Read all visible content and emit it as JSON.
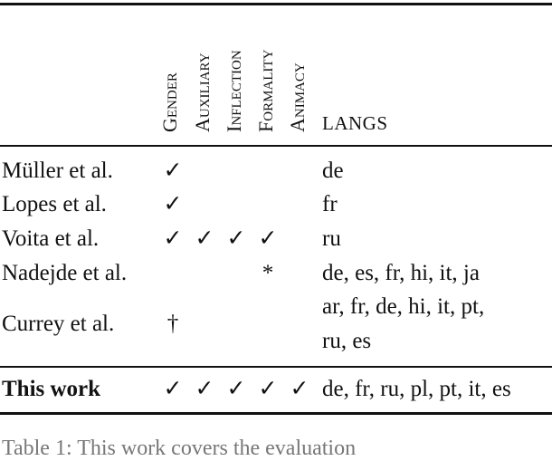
{
  "header": {
    "columns": [
      "Gender",
      "Auxiliary",
      "Inflection",
      "Formality",
      "Animacy"
    ],
    "langs_label": "LANGS"
  },
  "rows": [
    {
      "name": "Müller et al.",
      "marks": [
        "✓",
        "",
        "",
        "",
        ""
      ],
      "langs": "de"
    },
    {
      "name": "Lopes et al.",
      "marks": [
        "✓",
        "",
        "",
        "",
        ""
      ],
      "langs": "fr"
    },
    {
      "name": "Voita et al.",
      "marks": [
        "✓",
        "✓",
        "✓",
        "✓",
        ""
      ],
      "langs": "ru"
    },
    {
      "name": "Nadejde et al.",
      "marks": [
        "",
        "",
        "",
        "*",
        ""
      ],
      "langs": "de, es, fr, hi, it, ja"
    },
    {
      "name": "Currey et al.",
      "marks": [
        "†",
        "",
        "",
        "",
        ""
      ],
      "langs_line1": "ar, fr, de, hi, it, pt,",
      "langs_line2": "ru, es"
    }
  ],
  "this_work": {
    "name": "This work",
    "marks": [
      "✓",
      "✓",
      "✓",
      "✓",
      "✓"
    ],
    "langs": "de, fr, ru, pl, pt, it, es"
  },
  "caption": "Table 1: This work covers the evaluation"
}
